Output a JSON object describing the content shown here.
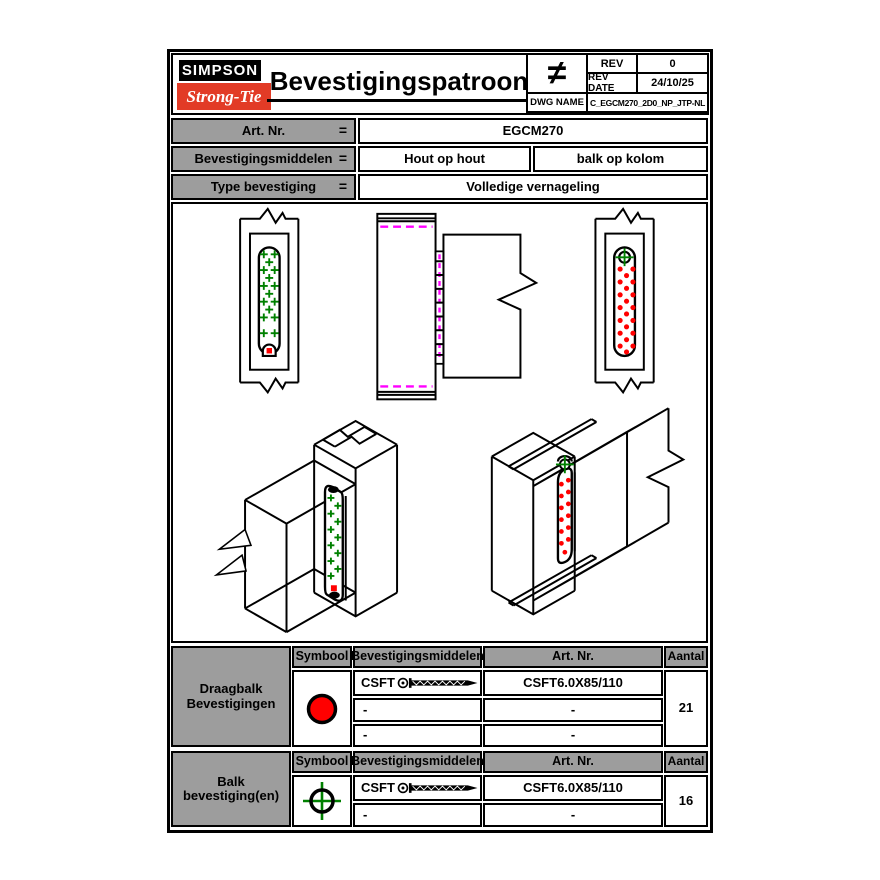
{
  "colors": {
    "logo_red": "#e23b26",
    "table_grey": "#9d9d9d",
    "fastener_red": "#ff0000",
    "fastener_green": "#008000",
    "hidden_line_magenta": "#ff00ff"
  },
  "header": {
    "logo": {
      "line1": "SIMPSON",
      "line2": "Strong-Tie"
    },
    "title": "Bevestigingspatroon",
    "projection_symbol": "≠",
    "rev": {
      "label": "REV",
      "value": "0"
    },
    "rev_date": {
      "label": "REV DATE",
      "value": "24/10/25"
    },
    "dwg_name": {
      "label": "DWG NAME",
      "value": "C_EGCM270_2D0_NP_JTP-NL"
    }
  },
  "info": {
    "art_nr": {
      "label": "Art. Nr.",
      "eq": "=",
      "value": "EGCM270"
    },
    "middelen": {
      "label": "Bevestigingsmiddelen",
      "eq": "=",
      "value1": "Hout op hout",
      "value2": "balk op kolom"
    },
    "type": {
      "label": "Type bevestiging",
      "eq": "=",
      "value": "Volledige vernageling"
    }
  },
  "tables": [
    {
      "group_line1": "Draagbalk",
      "group_line2": "Bevestigingen",
      "headers": {
        "symbool": "Symbool",
        "middelen": "Bevestigingsmiddelen",
        "art": "Art. Nr.",
        "aantal": "Aantal"
      },
      "symbol": "red-filled-circle",
      "rows": [
        {
          "middelen": "CSFT",
          "art": "CSFT6.0X85/110"
        },
        {
          "middelen": "-",
          "art": "-"
        },
        {
          "middelen": "-",
          "art": "-"
        }
      ],
      "aantal": "21"
    },
    {
      "group_line1": "Balk",
      "group_line2": "bevestiging(en)",
      "headers": {
        "symbool": "Symbool",
        "middelen": "Bevestigingsmiddelen",
        "art": "Art. Nr.",
        "aantal": "Aantal"
      },
      "symbol": "green-crosshair-circle",
      "rows": [
        {
          "middelen": "CSFT",
          "art": "CSFT6.0X85/110"
        },
        {
          "middelen": "-",
          "art": "-"
        }
      ],
      "aantal": "16"
    }
  ]
}
